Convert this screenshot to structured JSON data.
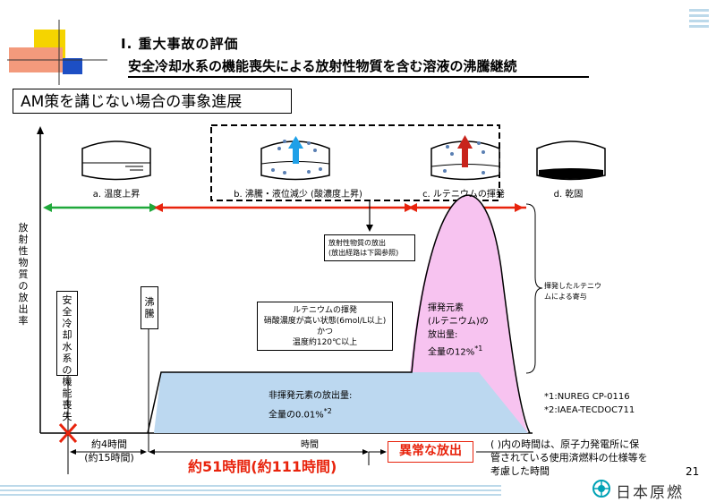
{
  "header": {
    "section_title": "Ⅰ. 重大事故の評価",
    "subtitle": "安全冷却水系の機能喪失による放射性物質を含む溶液の沸騰継続"
  },
  "scenario_box": "AM策を講じない場合の事象進展",
  "y_axis_label": "放射性物質の放出率",
  "x_axis_label": "時間",
  "stages": [
    {
      "label": "a. 温度上昇"
    },
    {
      "label": "b. 沸騰・液位減少 (酸濃度上昇)"
    },
    {
      "label": "c. ルテニウムの揮発"
    },
    {
      "label": "d. 乾固"
    }
  ],
  "release_note": {
    "line1": "放射性物質の放出",
    "line2": "(放出経路は下図参照)"
  },
  "events": {
    "loss_of_cooling": "安全冷却水系の機能喪失",
    "boiling": "沸騰"
  },
  "ru_condition": {
    "line1": "ルテニウムの揮発",
    "line2": "硝酸濃度が高い状態(6mol/L以上)",
    "line3": "かつ",
    "line4": "温度約120℃以上"
  },
  "volatile": {
    "line1": "揮発元素",
    "line2": "(ルテニウム)の",
    "line3": "放出量:",
    "line4": "全量の12%",
    "note": "*1"
  },
  "nonvolatile": {
    "line1": "非揮発元素の放出量:",
    "line2": "全量の0.01%",
    "note": "*2"
  },
  "contribution_label": {
    "line1": "揮発したルテニウ",
    "line2": "ムによる寄与"
  },
  "references": [
    "*1:NUREG CP-0116",
    "*2:IAEA-TECDOC711"
  ],
  "timing": {
    "boil_time_line1": "約4時間",
    "boil_time_line2": "(約15時間)",
    "dry_time": "約51時間(約111時間)",
    "abnormal_release": "異常な放出"
  },
  "footnote": {
    "line1": "( )内の時間は、原子力発電所に保",
    "line2": "管されている使用済燃料の仕様等を",
    "line3": "考慮した時間"
  },
  "page_number": "21",
  "logo_text": "日本原燃",
  "colors": {
    "green": "#1fa83a",
    "red": "#e8230c",
    "pink": "#f7c3f0",
    "lightblue": "#bcd8f0",
    "blue_arrow": "#1ea0e8",
    "red_arrow": "#c8231b"
  }
}
